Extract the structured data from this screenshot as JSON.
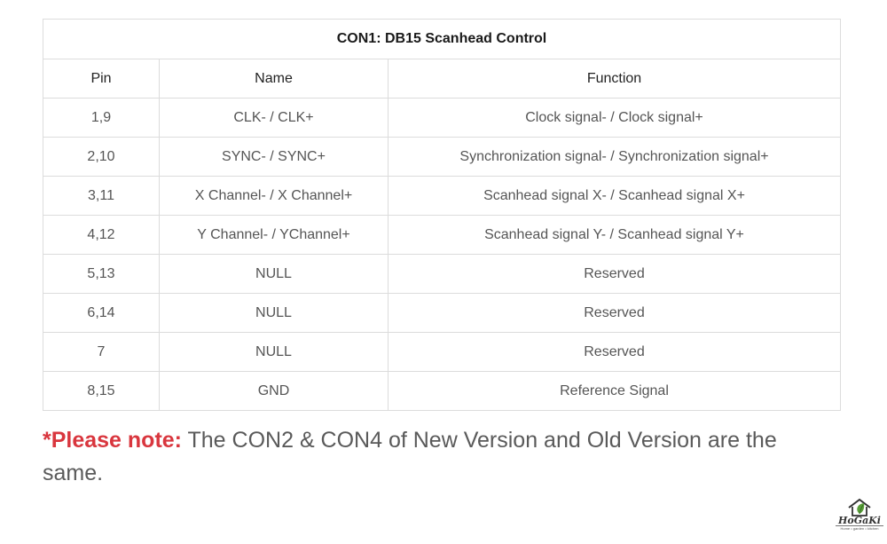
{
  "table": {
    "title": "CON1: DB15 Scanhead Control",
    "headers": {
      "pin": "Pin",
      "name": "Name",
      "function": "Function"
    },
    "rows": [
      {
        "pin": "1,9",
        "name": "CLK- / CLK+",
        "function": "Clock signal- / Clock signal+"
      },
      {
        "pin": "2,10",
        "name": "SYNC- / SYNC+",
        "function": "Synchronization signal- / Synchronization signal+"
      },
      {
        "pin": "3,11",
        "name": "X Channel- / X Channel+",
        "function": "Scanhead signal X- / Scanhead signal X+"
      },
      {
        "pin": "4,12",
        "name": "Y Channel- / YChannel+",
        "function": "Scanhead signal Y- / Scanhead signal Y+"
      },
      {
        "pin": "5,13",
        "name": "NULL",
        "function": "Reserved"
      },
      {
        "pin": "6,14",
        "name": "NULL",
        "function": "Reserved"
      },
      {
        "pin": "7",
        "name": "NULL",
        "function": "Reserved"
      },
      {
        "pin": "8,15",
        "name": "GND",
        "function": "Reference Signal"
      }
    ]
  },
  "note": {
    "label": "*Please note:",
    "text": " The CON2 & CON4 of New Version and Old Version are the same."
  },
  "logo": {
    "name": "HoGaKi",
    "tagline": "Home • garden • kitchen",
    "icon": "house-leaf-icon"
  },
  "colors": {
    "note_accent": "#d9363e",
    "border": "#dcdcdc",
    "text": "#555555"
  }
}
